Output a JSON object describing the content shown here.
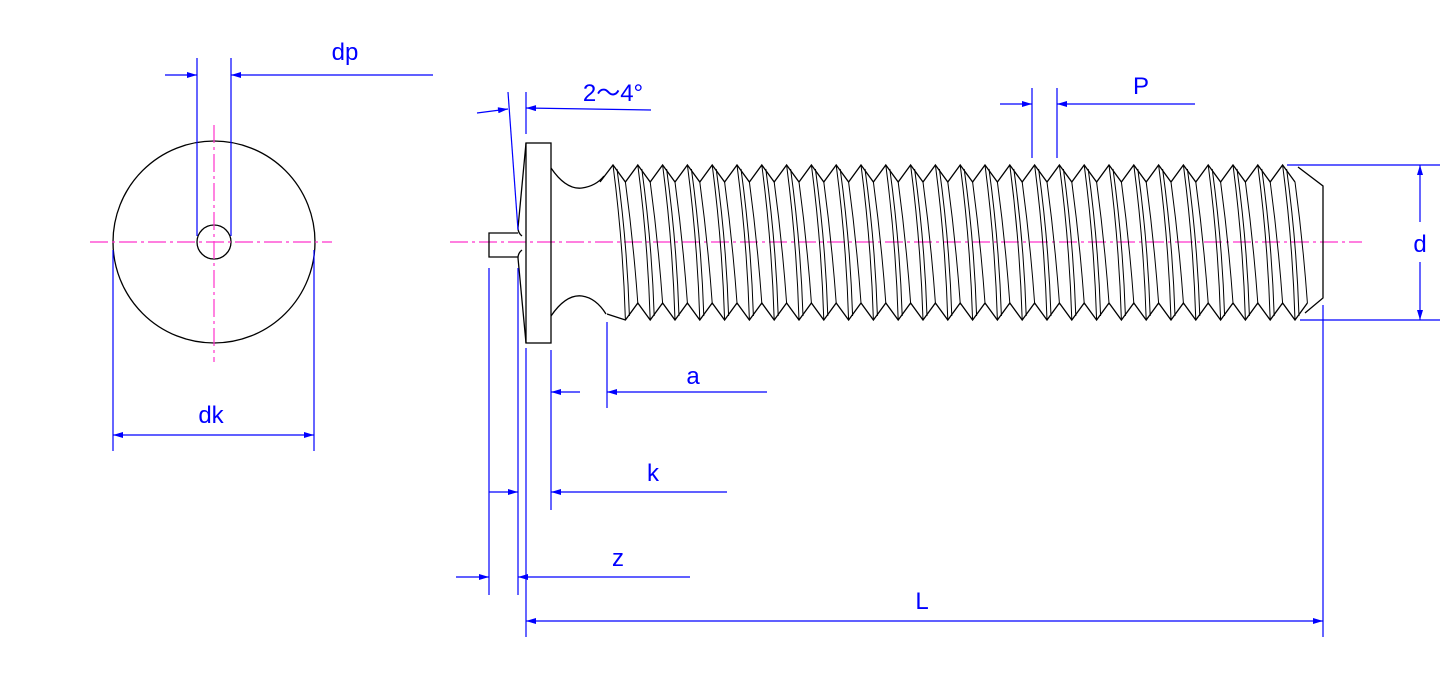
{
  "drawing": {
    "views": [
      "end-view",
      "side-view"
    ],
    "labels": {
      "dp": "dp",
      "dk": "dk",
      "angle": "2～4°",
      "pitch": "P",
      "d": "d",
      "a": "a",
      "k": "k",
      "z": "z",
      "L": "L"
    },
    "thread_count": 28,
    "colors": {
      "outline": "#000000",
      "dimension": "#0000ff",
      "centerline": "#ff33cc"
    }
  }
}
